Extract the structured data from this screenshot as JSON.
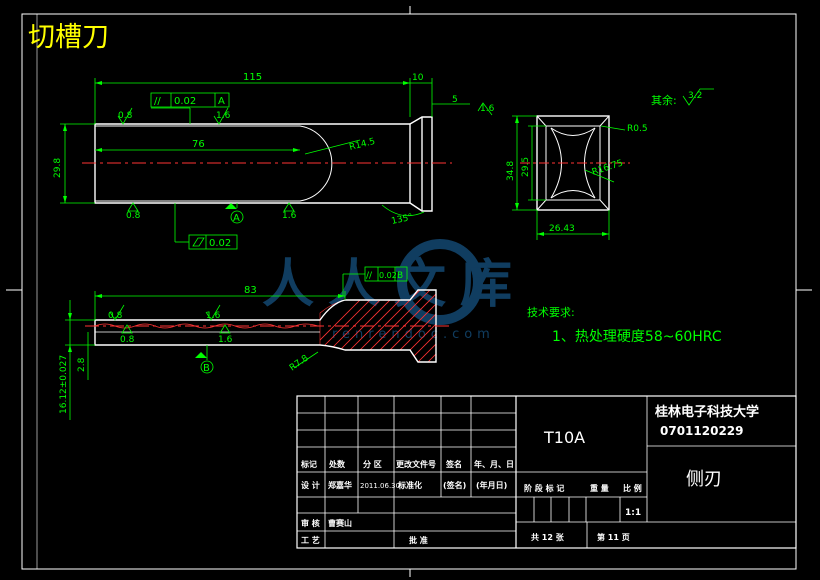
{
  "drawing": {
    "title": "切槽刀",
    "watermark": {
      "brand": "人人文库",
      "url": "renrendoc.com"
    },
    "colors": {
      "background": "#000000",
      "frame": "#ffffff",
      "dimension": "#00ff00",
      "part": "#ffffff",
      "center": "#ff3333",
      "title": "#ffff00",
      "note": "#00ff00",
      "hatch": "#ff3333"
    }
  },
  "views": {
    "top": {
      "dim_overall": "115",
      "dim_flange": "10",
      "dim_step": "5",
      "dim_groove": "76",
      "dim_radius": "R14.5",
      "dim_height": "29.8",
      "dim_angle": "135°",
      "fcf_parallel_sym": "//",
      "fcf_parallel_value": "0.02",
      "fcf_parallel_datum": "A",
      "fcf_flat_value": "0.02",
      "datum_a": "A",
      "rough_top_left": "0.8",
      "rough_top_right": "1.6",
      "rough_bottom_left": "0.8",
      "rough_bottom_right": "1.6",
      "rough_flange": "1.6"
    },
    "end": {
      "dim_r": "R0.5",
      "dim_r2": "R16.75",
      "dim_height": "34.8",
      "dim_inner": "29.5",
      "dim_width": "26.43",
      "rest_label": "其余:",
      "rest_rough": "3.2"
    },
    "side": {
      "dim_length": "83",
      "dim_width": "16.12±0.027",
      "dim_small": "2.8",
      "dim_radius": "R7.8",
      "fcf_sym": "//",
      "fcf_value": "0.02",
      "fcf_datum": "B",
      "datum_b": "B",
      "rough_1": "0.8",
      "rough_2": "1.6",
      "rough_3": "0.8",
      "rough_4": "1.6"
    }
  },
  "requirements": {
    "heading": "技术要求:",
    "item1": "1、热处理硬度58~60HRC"
  },
  "title_block": {
    "university": "桂林电子科技大学",
    "code": "0701120229",
    "material": "T10A",
    "part_name": "侧刃",
    "scale": "1:1",
    "hdr": [
      "标记",
      "处数",
      "分 区",
      "更改文件号",
      "签名",
      "年、月、日"
    ],
    "design_label": "设 计",
    "designer": "郑嘉华",
    "design_date": "2011.06.30",
    "std_label": "标准化",
    "sign_paren": "(签名)",
    "date_paren": "(年月日)",
    "stage_hdr": [
      "阶 段 标 记",
      "重 量",
      "比 例"
    ],
    "review_label": "审 核",
    "reviewer": "曹赛山",
    "process_label": "工 艺",
    "approve_label": "批 准",
    "total_sheets": "共 12 张",
    "sheet_no": "第 11 页"
  }
}
